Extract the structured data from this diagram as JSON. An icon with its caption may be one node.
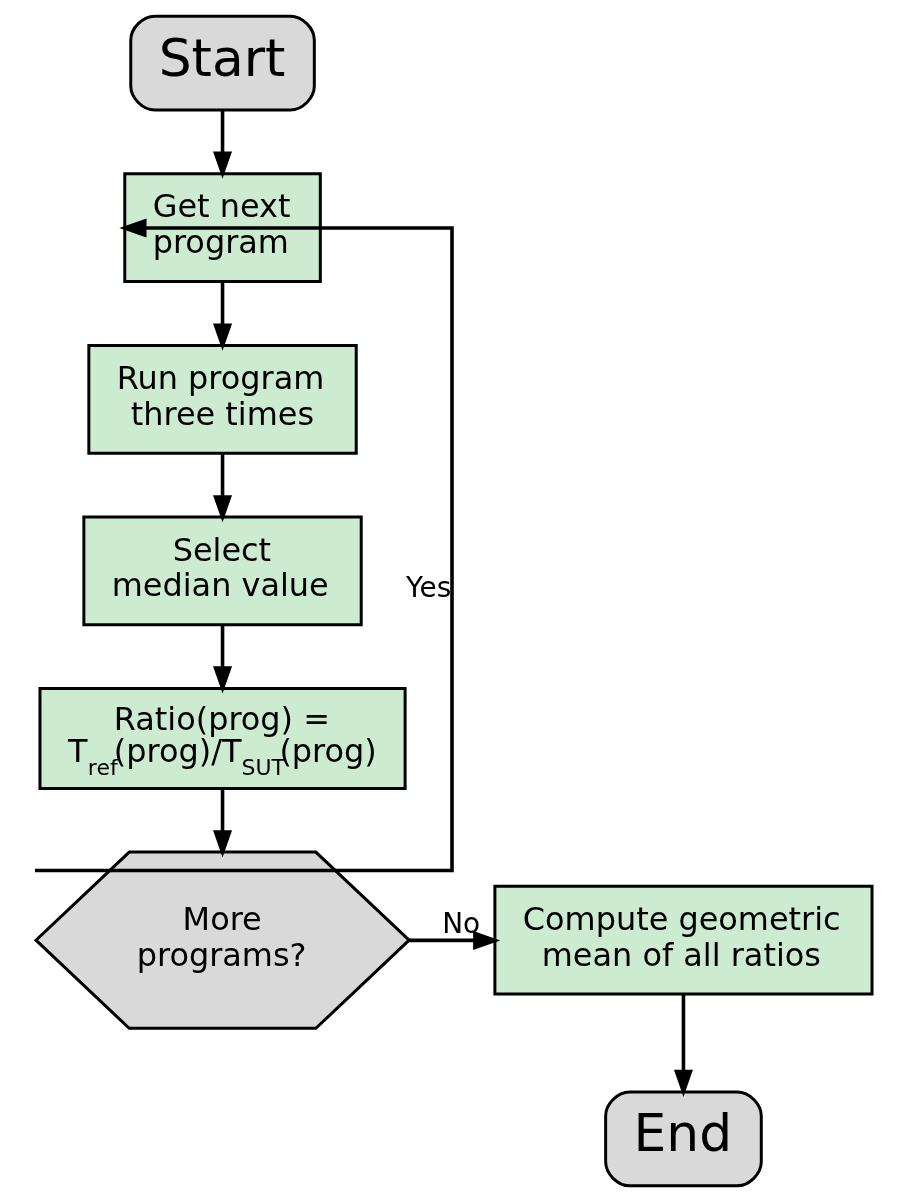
{
  "diagram": {
    "nodes": [
      {
        "text": [
          "Start"
        ]
      },
      {
        "text": [
          "Get next program"
        ]
      },
      {
        "text": [
          "Run program three times"
        ]
      },
      {
        "text": [
          "Select median value"
        ]
      },
      {
        "text": [
          "Ratio(prog) = T$_{ref}$(prog)/T$_{SUT}$(prog)"
        ]
      },
      {
        "text": [
          "More programs?"
        ]
      },
      {
        "text": [
          "Compute geometric mean of all ratios"
        ]
      },
      {
        "text": [
          "End"
        ]
      }
    ],
    "edges": [
      {
        "from": 0,
        "to": 1,
        "arrow": "to"
      },
      {
        "from": 1,
        "to": 2,
        "arrow": "to"
      },
      {
        "from": 2,
        "to": 3,
        "arrow": "to"
      },
      {
        "from": 3,
        "to": 4,
        "arrow": "to"
      },
      {
        "from": 4,
        "to": 5,
        "arrow": "to"
      },
      {
        "from": 5,
        "to": 1,
        "arrow": "to",
        "label": "Yes"
      },
      {
        "from": 5,
        "to": 6,
        "arrow": "to",
        "label": "No"
      },
      {
        "from": 6,
        "to": 7,
        "arrow": "to"
      }
    ]
  }
}
